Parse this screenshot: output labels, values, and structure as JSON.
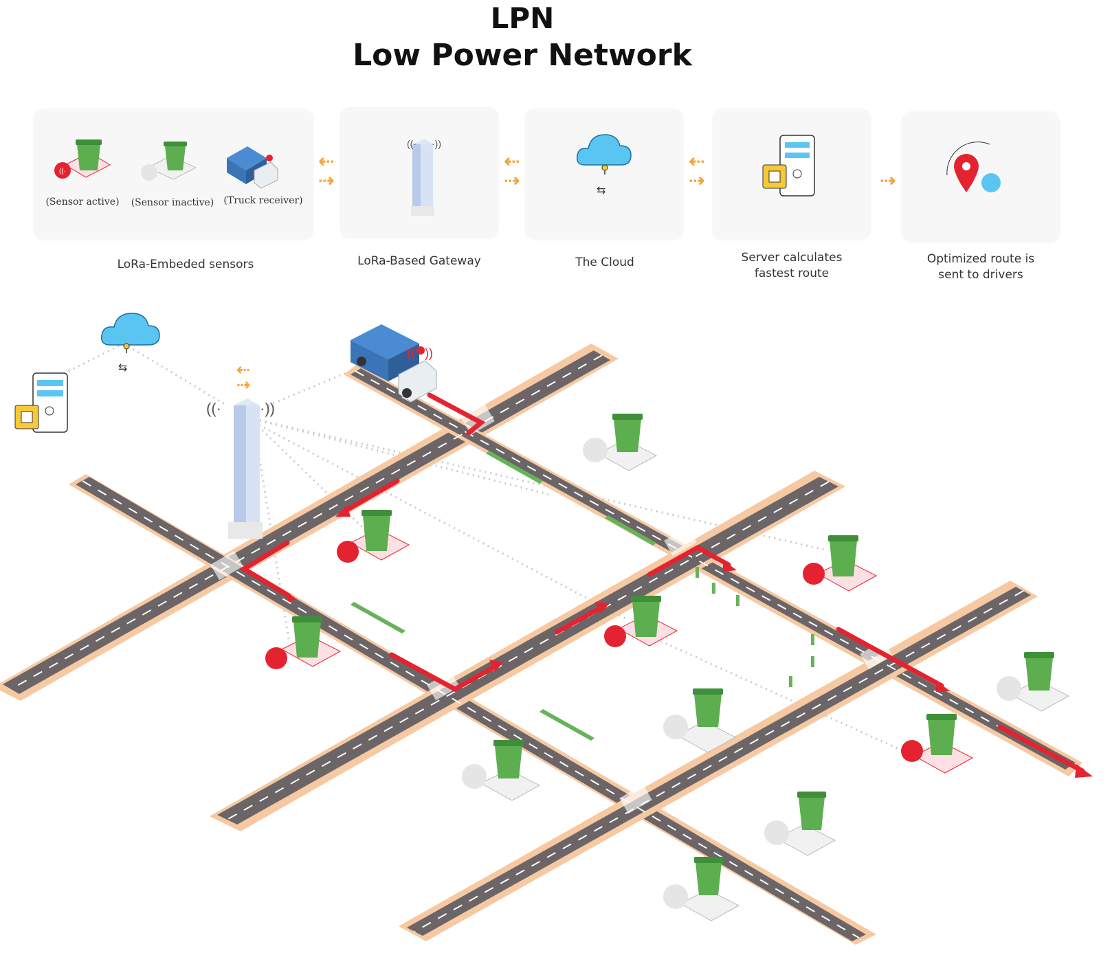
{
  "header": {
    "line1": "LPN",
    "line2": "Low Power Network"
  },
  "stages": [
    {
      "label": "LoRa-Embeded sensors",
      "captions": [
        "(Sensor active)",
        "(Sensor inactive)",
        "(Truck receiver)"
      ]
    },
    {
      "label": "LoRa-Based Gateway"
    },
    {
      "label": "The Cloud"
    },
    {
      "label_line1": "Server calculates",
      "label_line2": "fastest route"
    },
    {
      "label_line1": "Optimized route is",
      "label_line2": "sent to drivers"
    }
  ],
  "arrows": {
    "left": "⇠",
    "right": "⇢"
  },
  "colors": {
    "accent_orange": "#f5a33a",
    "active_red": "#e52330",
    "bin_green": "#5cae4f",
    "road": "#6b6567",
    "sidewalk": "#f6c9a2",
    "cloud_blue": "#5bc5f2",
    "chip_yellow": "#f7c936"
  }
}
